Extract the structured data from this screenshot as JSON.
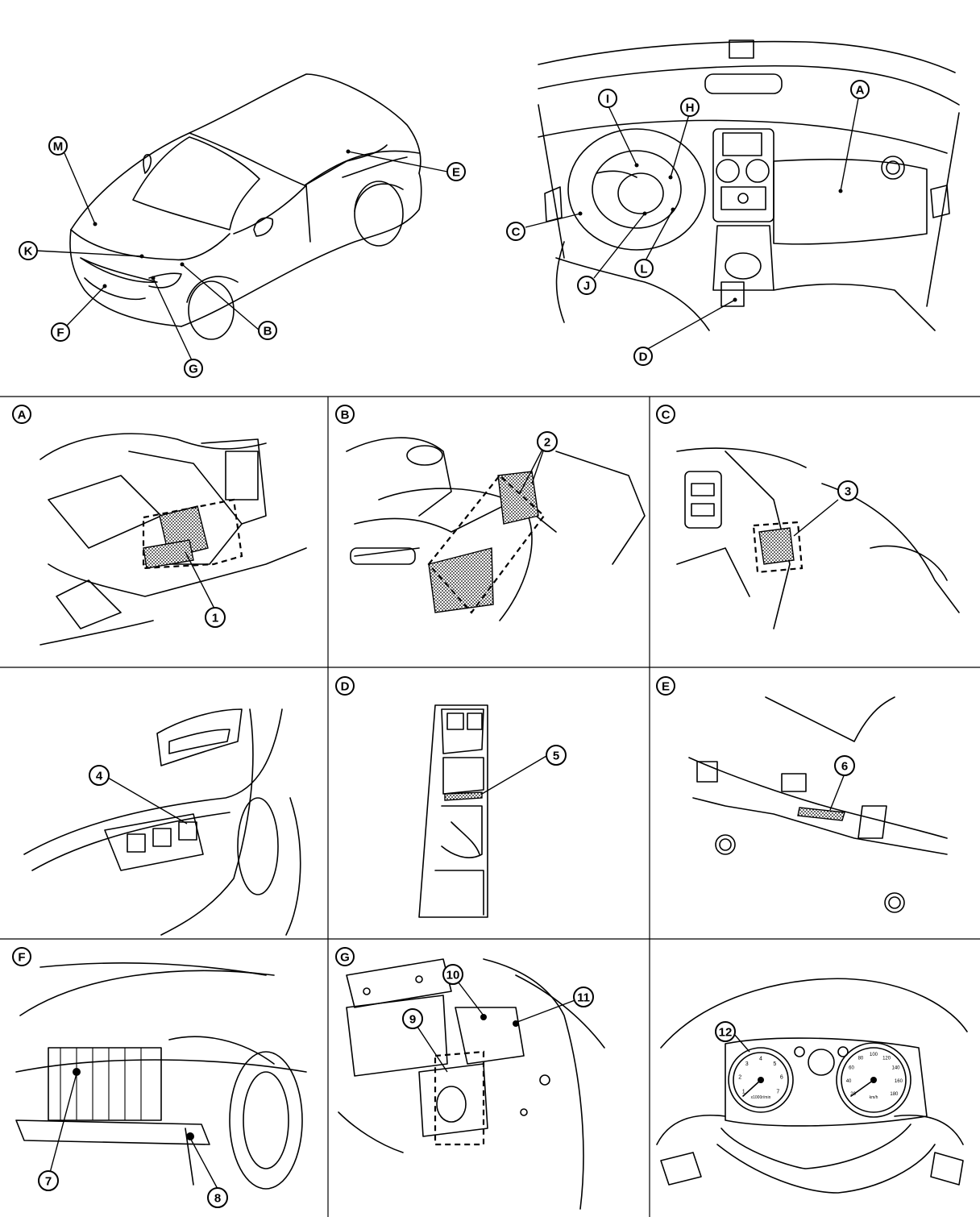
{
  "overview_car": {
    "callouts": [
      "M",
      "E",
      "K",
      "B",
      "F",
      "G"
    ]
  },
  "overview_cockpit": {
    "callouts": [
      "I",
      "H",
      "A",
      "C",
      "L",
      "J",
      "D"
    ]
  },
  "panels": [
    {
      "id": "A",
      "label": "A",
      "parts": [
        "1"
      ]
    },
    {
      "id": "B",
      "label": "B",
      "parts": [
        "2"
      ]
    },
    {
      "id": "C",
      "label": "C",
      "parts": [
        "3"
      ]
    },
    {
      "id": "door",
      "label": "",
      "parts": [
        "4"
      ]
    },
    {
      "id": "D",
      "label": "D",
      "parts": [
        "5"
      ]
    },
    {
      "id": "E",
      "label": "E",
      "parts": [
        "6"
      ]
    },
    {
      "id": "F",
      "label": "F",
      "parts": [
        "7",
        "8"
      ]
    },
    {
      "id": "G",
      "label": "G",
      "parts": [
        "9",
        "10",
        "11"
      ]
    },
    {
      "id": "meter",
      "label": "",
      "parts": [
        "12"
      ]
    }
  ],
  "cluster": {
    "tacho_ticks": [
      "1",
      "2",
      "3",
      "4",
      "5",
      "6",
      "7"
    ],
    "tacho_unit": "x1000r/min",
    "speedo_ticks": [
      "20",
      "40",
      "60",
      "80",
      "100",
      "120",
      "140",
      "160",
      "180"
    ],
    "speedo_unit": "km/h"
  }
}
